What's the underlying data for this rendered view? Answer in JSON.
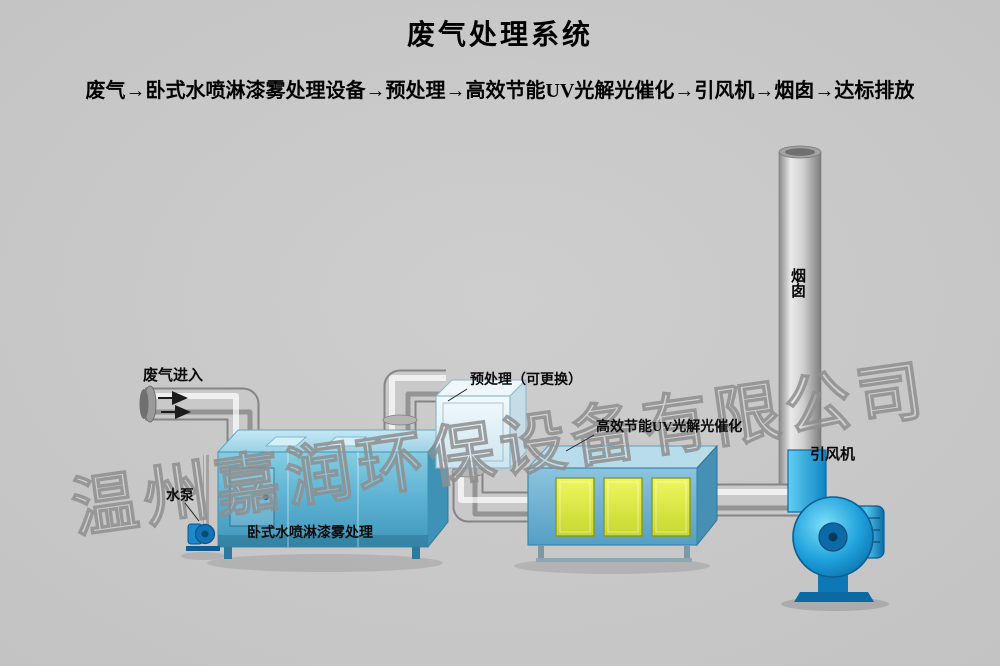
{
  "title": "废气处理系统",
  "flow_line": "废气→卧式水喷淋漆雾处理设备→预处理→高效节能UV光解光催化→引风机→烟囱→达标排放",
  "labels": {
    "inlet": "废气进入",
    "pump": "水泵",
    "spray_unit": "卧式水喷淋漆雾处理",
    "pretreatment": "预处理（可更换）",
    "uv_unit": "高效节能UV光解光催化",
    "fan": "引风机",
    "chimney": "烟囱"
  },
  "watermark": "温州嘉润环保设备有限公司",
  "colors": {
    "background": "#c9c9c9",
    "tank_blue": "#5fb4d4",
    "uv_panel_yellow": "#dde84e",
    "fan_blue": "#18a0e0",
    "pipe_gray": "#c9c9c9",
    "chimney_gray": "#cfcfcf",
    "label_text": "#0a0a0a",
    "watermark_gray": "#8f8f8f"
  }
}
